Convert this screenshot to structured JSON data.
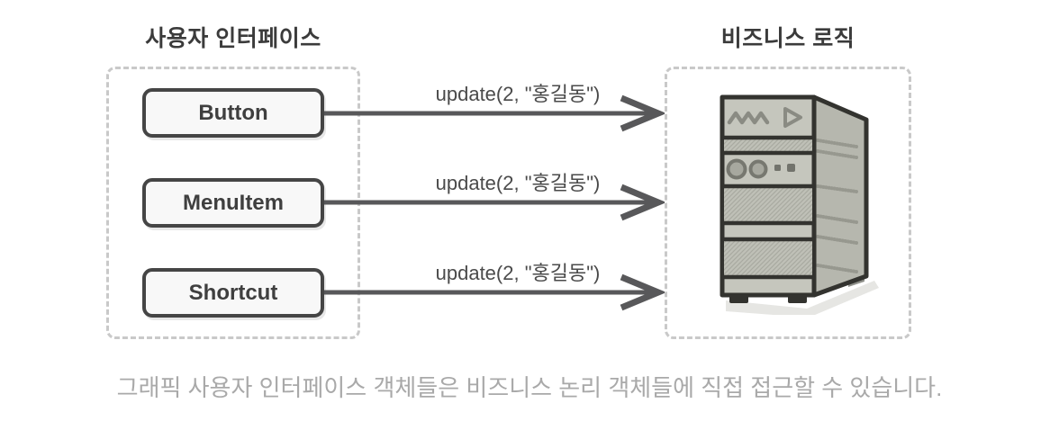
{
  "left_panel": {
    "title": "사용자 인터페이스",
    "items": [
      {
        "label": "Button"
      },
      {
        "label": "MenuItem"
      },
      {
        "label": "Shortcut"
      }
    ]
  },
  "arrows": [
    {
      "label": "update(2, \"홍길동\")"
    },
    {
      "label": "update(2, \"홍길동\")"
    },
    {
      "label": "update(2, \"홍길동\")"
    }
  ],
  "right_panel": {
    "title": "비즈니스 로직",
    "icon": "server-tower-icon"
  },
  "caption": "그래픽 사용자 인터페이스 객체들은 비즈니스 논리 객체들에 직접 접근할 수 있습니다.",
  "colors": {
    "node_border": "#454545",
    "node_fill": "#f8f8f8",
    "dashed_border": "#c9c9c9",
    "arrow": "#58585a",
    "title_text": "#3b3b3b",
    "label_text": "#4a4a4a",
    "caption_text": "#a9a9a9",
    "server_outline": "#33332f",
    "server_front": "#c5c6bd",
    "server_side": "#b6b7ae",
    "server_hatch": "#aeafa6",
    "server_icon_gray": "#8a8b83"
  }
}
